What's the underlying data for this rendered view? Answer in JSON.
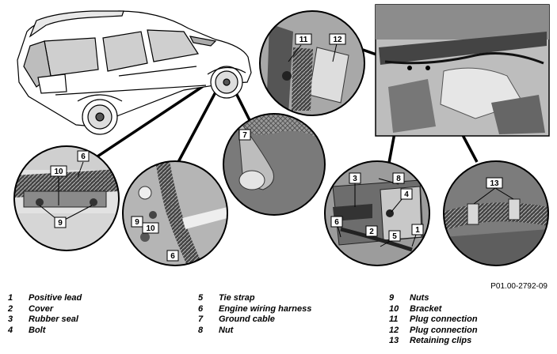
{
  "photo_code": "P01.00-2792-09",
  "callouts": {
    "c1": "1",
    "c2": "2",
    "c3": "3",
    "c4": "4",
    "c5": "5",
    "c6a": "6",
    "c6b": "6",
    "c6c": "6",
    "c7": "7",
    "c8": "8",
    "c9a": "9",
    "c9b": "9",
    "c10a": "10",
    "c10b": "10",
    "c11": "11",
    "c12": "12",
    "c13": "13"
  },
  "legend": {
    "col1": [
      {
        "num": "1",
        "label": "Positive lead"
      },
      {
        "num": "2",
        "label": "Cover"
      },
      {
        "num": "3",
        "label": "Rubber seal"
      },
      {
        "num": "4",
        "label": "Bolt"
      }
    ],
    "col2": [
      {
        "num": "5",
        "label": "Tie strap"
      },
      {
        "num": "6",
        "label": "Engine wiring harness"
      },
      {
        "num": "7",
        "label": "Ground cable"
      },
      {
        "num": "8",
        "label": "Nut"
      }
    ],
    "col3": [
      {
        "num": "9",
        "label": "Nuts"
      },
      {
        "num": "10",
        "label": "Bracket"
      },
      {
        "num": "11",
        "label": "Plug connection"
      },
      {
        "num": "12",
        "label": "Plug connection"
      },
      {
        "num": "13",
        "label": "Retaining clips"
      }
    ]
  }
}
